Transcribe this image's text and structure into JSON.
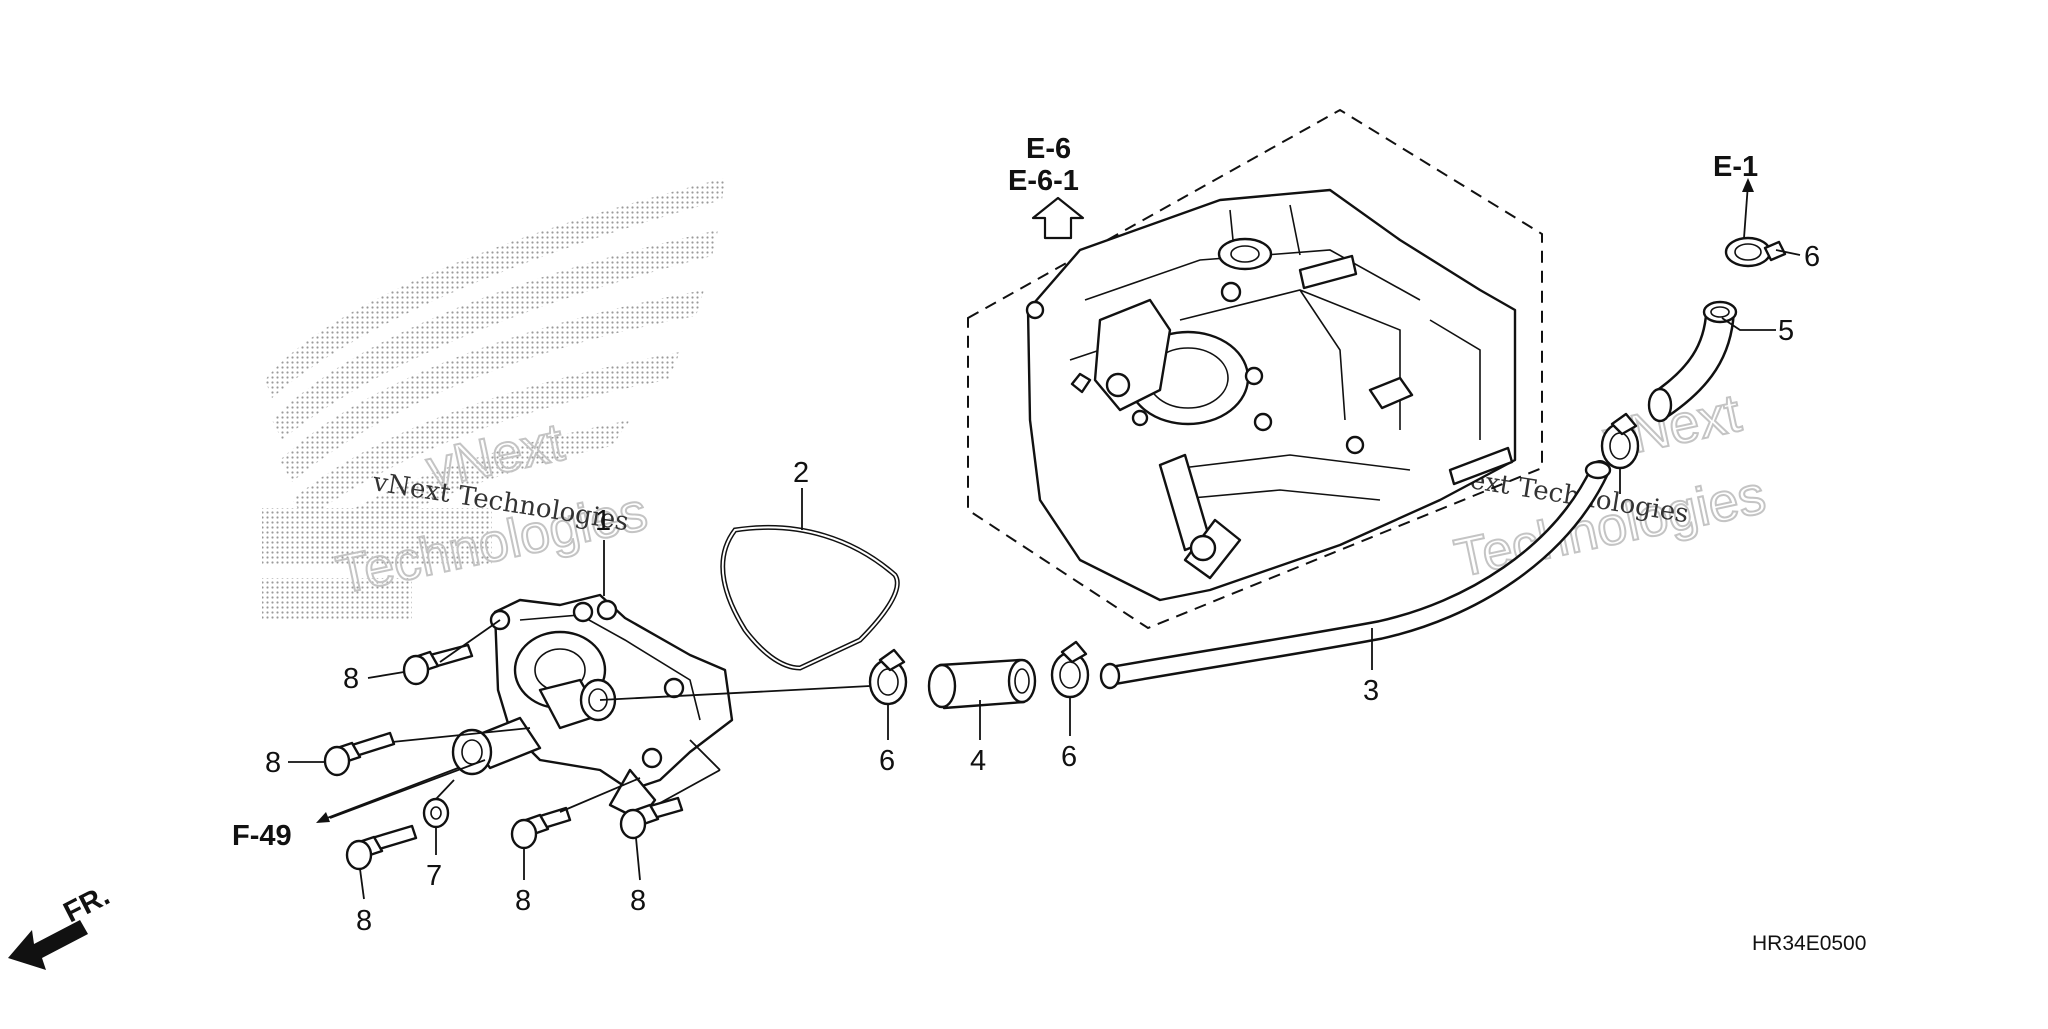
{
  "diagram": {
    "drawing_code": "HR34E0500",
    "front_marker": "FR.",
    "references": {
      "engine_upper": "E-6",
      "engine_lower": "E-6-1",
      "hose_destination": "E-1",
      "pump_destination": "F-49"
    },
    "callouts": {
      "pump_body": "1",
      "gasket": "2",
      "long_pipe": "3",
      "short_hose": "4",
      "bent_hose": "5",
      "clamp_a": "6",
      "clamp_b": "6",
      "clamp_c": "6",
      "washer": "7",
      "bolt_a": "8",
      "bolt_b": "8",
      "bolt_c": "8",
      "bolt_d": "8",
      "bolt_e": "8"
    },
    "watermarks": {
      "brand_line": "vNext Technologies",
      "outline_word_1": "vNext",
      "outline_word_2": "Technologies"
    }
  }
}
